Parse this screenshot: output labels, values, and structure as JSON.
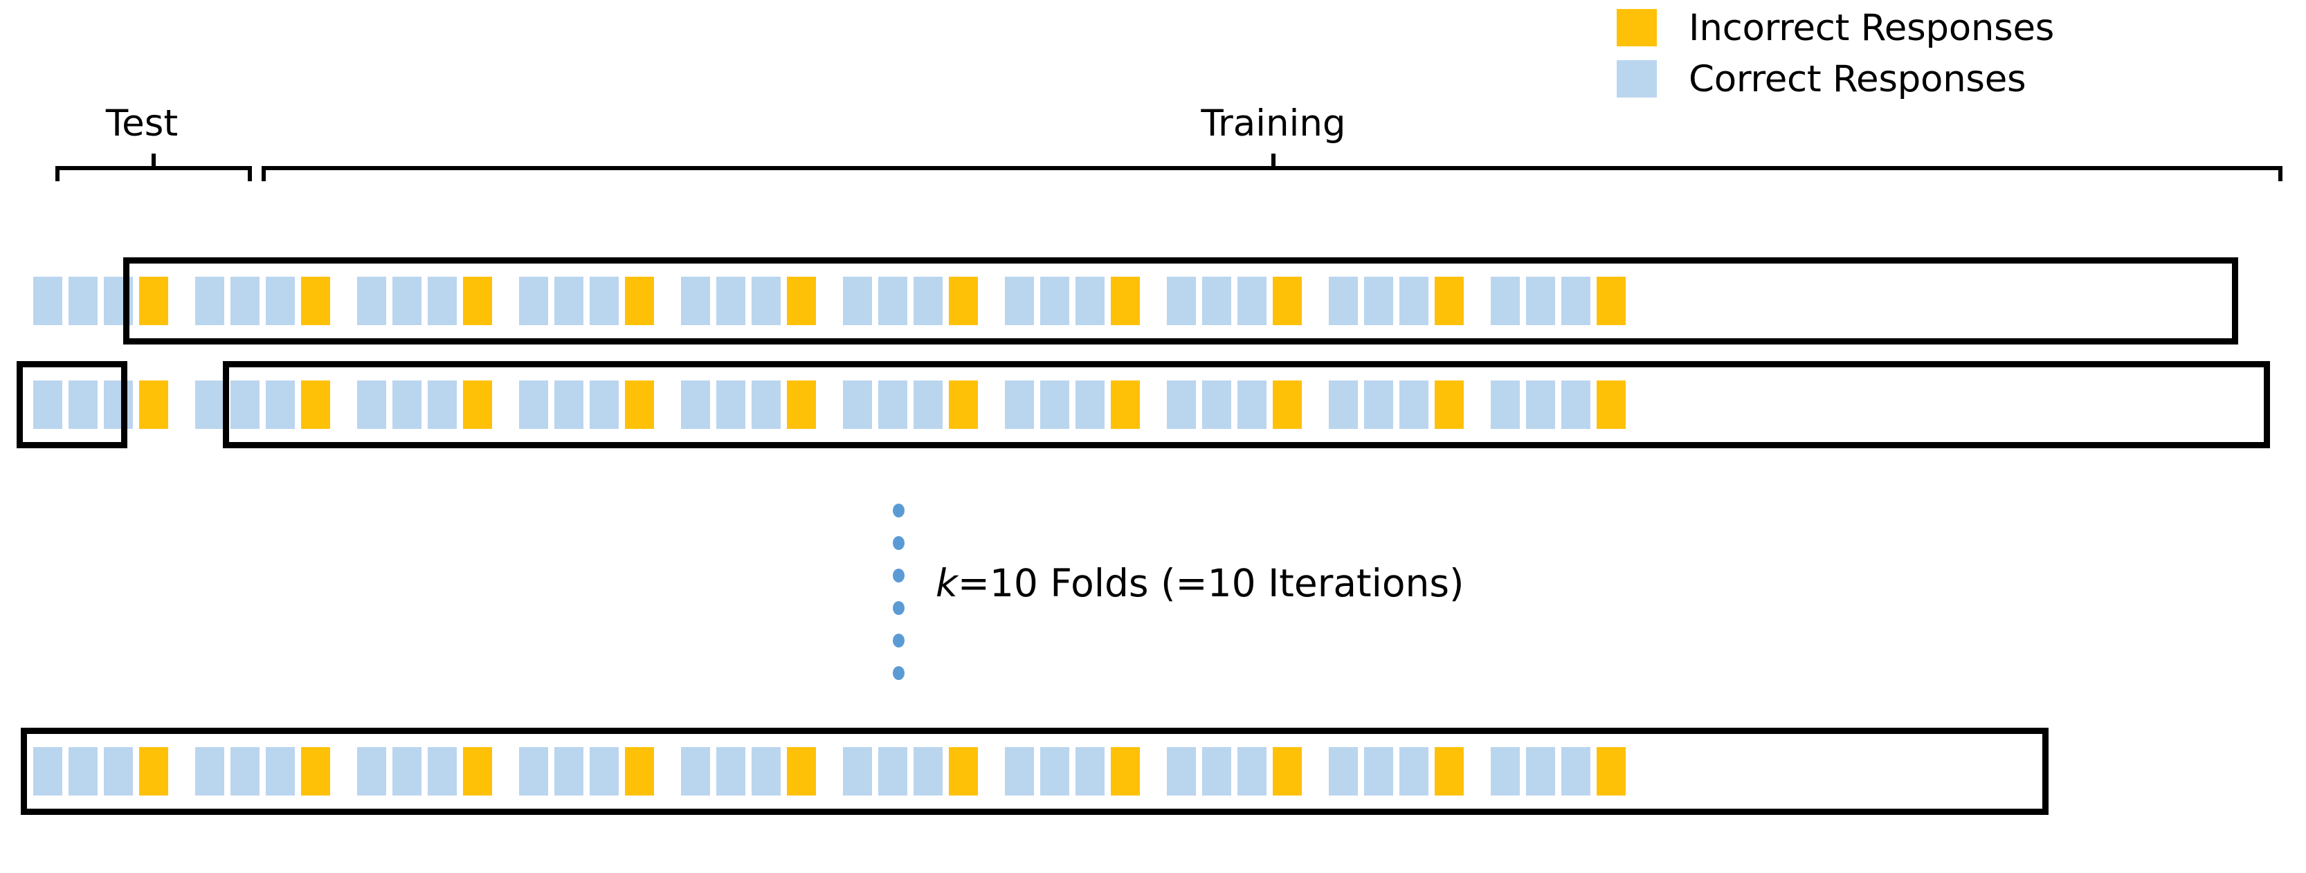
{
  "legend": {
    "items": [
      {
        "label": "Incorrect Responses",
        "color": "#ffc107",
        "icon": "square-swatch-icon"
      },
      {
        "label": "Correct Responses",
        "color": "#bad5ee",
        "icon": "square-swatch-icon"
      }
    ]
  },
  "annotations": {
    "test_label": "Test",
    "training_label": "Training",
    "k_note_italic": "k",
    "k_note_rest": "=10 Folds (=10 Iterations)"
  },
  "colors": {
    "correct": "#bad5ee",
    "incorrect": "#ffc107",
    "box_outline": "#000000",
    "dot": "#5b9bd5",
    "background": "#ffffff",
    "text": "#000000"
  },
  "chart_data": {
    "type": "diagram",
    "title": "k-Fold Cross-Validation Data Split",
    "n_folds": 10,
    "group_size": 4,
    "group_pattern": [
      "correct",
      "correct",
      "correct",
      "incorrect"
    ],
    "rows": [
      {
        "id": "fold-1",
        "test_group_index": 0,
        "training_group_start": 1,
        "training_group_end": 9,
        "boxed": "training"
      },
      {
        "id": "fold-2",
        "test_group_index": 0,
        "training_group_start": 2,
        "training_group_end": 9,
        "boxed": "test+training"
      },
      {
        "id": "fold-10",
        "test_group_index": 9,
        "training_group_start": 0,
        "training_group_end": 8,
        "boxed": "training"
      }
    ],
    "ellipsis_dots": 6
  }
}
